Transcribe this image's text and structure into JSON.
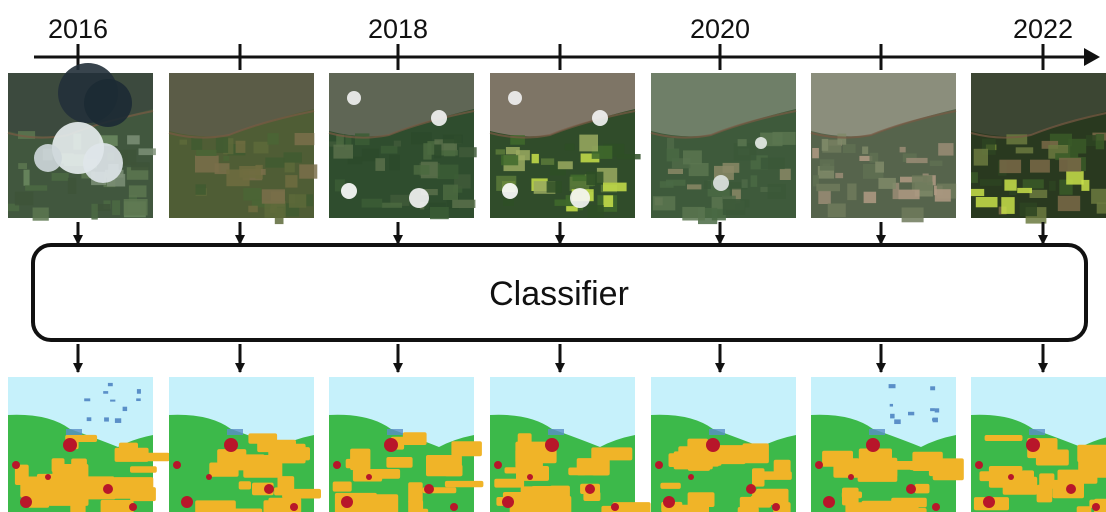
{
  "timeline": {
    "labels": [
      {
        "text": "2016",
        "tick": 0
      },
      {
        "text": "2018",
        "tick": 2
      },
      {
        "text": "2020",
        "tick": 4
      },
      {
        "text": "2022",
        "tick": 6
      }
    ],
    "tick_count": 7
  },
  "classifier": {
    "label": "Classifier"
  },
  "satellite_images": [
    {
      "name": "satellite-image-1",
      "palette": "cloudy",
      "clouds": "heavy"
    },
    {
      "name": "satellite-image-2",
      "palette": "brown-green",
      "clouds": "none"
    },
    {
      "name": "satellite-image-3",
      "palette": "dark-green",
      "clouds": "some"
    },
    {
      "name": "satellite-image-4",
      "palette": "bright-fields",
      "clouds": "some"
    },
    {
      "name": "satellite-image-5",
      "palette": "muted-green",
      "clouds": "light"
    },
    {
      "name": "satellite-image-6",
      "palette": "pale-fields",
      "clouds": "none"
    },
    {
      "name": "satellite-image-7",
      "palette": "dark-fields",
      "clouds": "none"
    }
  ],
  "colors": {
    "water": "#c6f1fb",
    "grassland": "#3cb94a",
    "cropland": "#f0b428",
    "urban": "#b8162a",
    "wetland": "#5a8fc8",
    "line": "#111111"
  }
}
